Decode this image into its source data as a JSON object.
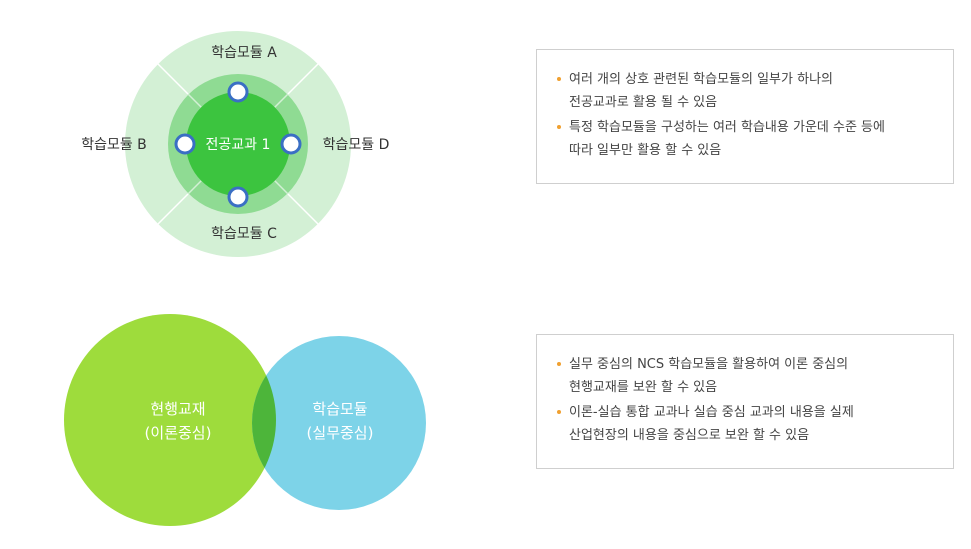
{
  "top_diagram": {
    "center_label": "전공교과 1",
    "module_a": "학습모듈 A",
    "module_b": "학습모듈 B",
    "module_c": "학습모듈 C",
    "module_d": "학습모듈 D"
  },
  "top_notes": [
    {
      "line1": "여러 개의 상호 관련된 학습모듈의 일부가 하나의",
      "line2": "전공교과로 활용 될 수 있음"
    },
    {
      "line1": "특정 학습모듈을 구성하는 여러 학습내용 가운데 수준 등에",
      "line2": "따라 일부만 활용 할 수 있음"
    }
  ],
  "venn": {
    "left_title": "현행교재",
    "left_sub": "(이론중심)",
    "right_title": "학습모듈",
    "right_sub": "(실무중심)"
  },
  "bottom_notes": [
    {
      "line1": "실무 중심의 NCS 학습모듈을 활용하여 이론 중심의",
      "line2": "현행교재를 보완 할 수 있음"
    },
    {
      "line1": "이론-실습 통합 교과나 실습 중심 교과의 내용을 실제",
      "line2": "산업현장의 내용을 중심으로 보완 할 수 있음"
    }
  ],
  "colors": {
    "outer_ring": "#d3f0d5",
    "middle_ring": "#8fdb93",
    "inner_core": "#3cc43f",
    "node_stroke": "#3a6fc4",
    "bullet": "#f0a030",
    "venn_left": "#9edc3c",
    "venn_right": "#7dd3e8",
    "venn_overlap": "#4db53a"
  }
}
